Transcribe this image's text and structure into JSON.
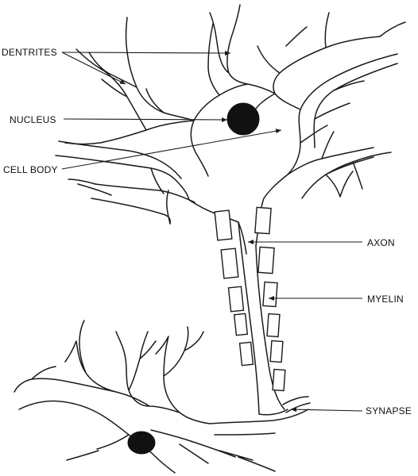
{
  "labels": {
    "dendrites": "DENTRITES",
    "nucleus": "NUCLEUS",
    "cell_body": "CELL BODY",
    "axon": "AXON",
    "myelin": "MYELIN",
    "synapse": "SYNAPSE"
  },
  "colors": {
    "line": "#1a1a1a",
    "nucleus_fill": "#111111",
    "background": "#ffffff"
  }
}
